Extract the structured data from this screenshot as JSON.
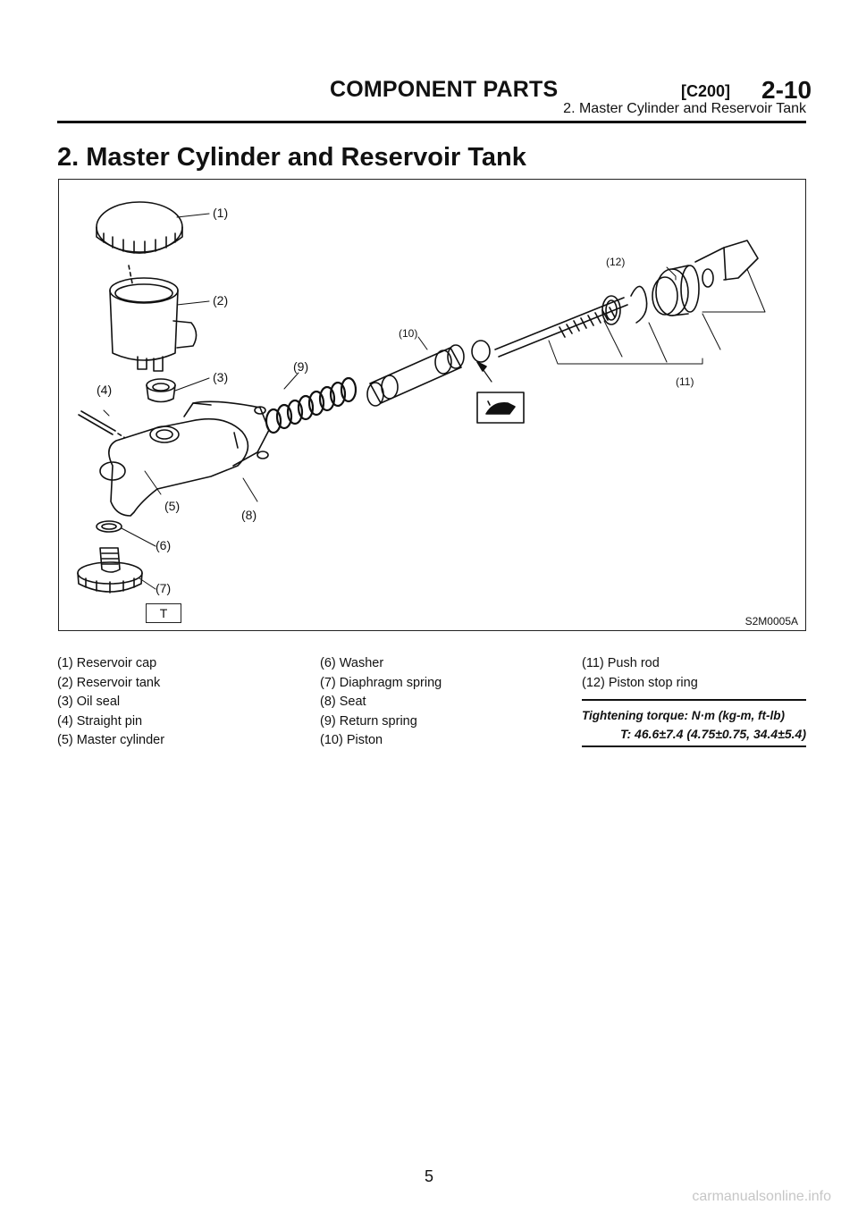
{
  "header": {
    "title": "COMPONENT PARTS",
    "code": "[C200]",
    "section": "2-10",
    "subtitle": "2. Master Cylinder and Reservoir Tank"
  },
  "page_title": "2. Master Cylinder and Reservoir Tank",
  "figure": {
    "labels": [
      "(1)",
      "(2)",
      "(3)",
      "(4)",
      "(5)",
      "(6)",
      "(7)",
      "(8)",
      "(9)",
      "(10)",
      "(11)",
      "(12)"
    ],
    "code": "S2M0005A",
    "torque_box": "T"
  },
  "legend": {
    "col1": [
      "(1)  Reservoir cap",
      "(2)  Reservoir tank",
      "(3)  Oil seal",
      "(4)  Straight pin",
      "(5)  Master cylinder"
    ],
    "col2": [
      "(6)  Washer",
      "(7)  Diaphragm spring",
      "(8)  Seat",
      "(9)  Return spring",
      "(10)  Piston"
    ],
    "col3": [
      "(11)  Push rod",
      "(12)  Piston stop ring"
    ]
  },
  "torque": {
    "label": "Tightening torque: N·m (kg-m, ft-lb)",
    "value": "T: 46.6±7.4 (4.75±0.75, 34.4±5.4)"
  },
  "page_number": "5",
  "watermark": "carmanualsonline.info"
}
